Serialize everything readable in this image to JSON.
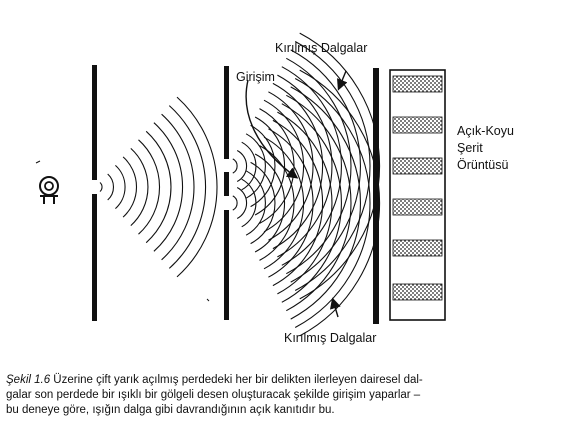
{
  "labels": {
    "refracted_top": "Kırılmış Dalgalar",
    "interference": "Girişim",
    "refracted_bottom": "Kırılmış Dalgalar",
    "pattern_line1": "Açık-Koyu",
    "pattern_line2": "Şerit",
    "pattern_line3": "Örüntüsü"
  },
  "caption": {
    "figure_number": "Şekil 1.6",
    "line1": " Üzerine çift yarık açılmış perdedeki her bir delikten ilerleyen dairesel dal-",
    "line2": "galar son perdede bir ışıklı bir gölgeli desen oluşturacak şekilde girişim yaparlar –",
    "line3": "bu deneye göre, ışığın dalga gibi davrandığının açık kanıtıdır bu."
  },
  "icons": {
    "light_source": "light-bulb-icon"
  },
  "colors": {
    "ink": "#111111",
    "background": "#ffffff"
  }
}
